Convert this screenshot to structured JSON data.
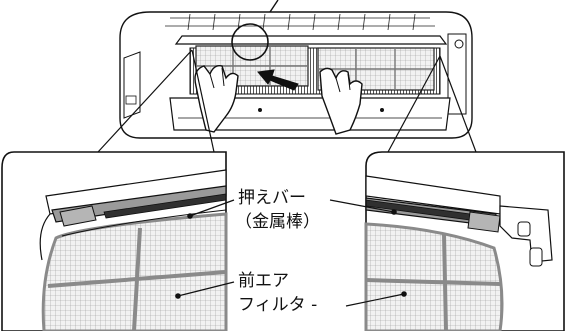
{
  "labels": {
    "pressing_bar_line1": "押えバー",
    "pressing_bar_line2": "（金属棒）",
    "front_filter_line1": "前エア",
    "front_filter_line2": "フィルタ -"
  },
  "colors": {
    "line": "#111111",
    "filter_mesh": "#d0d0d0",
    "filter_frame": "#8a8a8a",
    "unit_body": "#ffffff",
    "arrow": "#111111"
  },
  "icons": {
    "push_arrow": "arrow-icon",
    "zoom_circle": "zoom-indicator"
  }
}
